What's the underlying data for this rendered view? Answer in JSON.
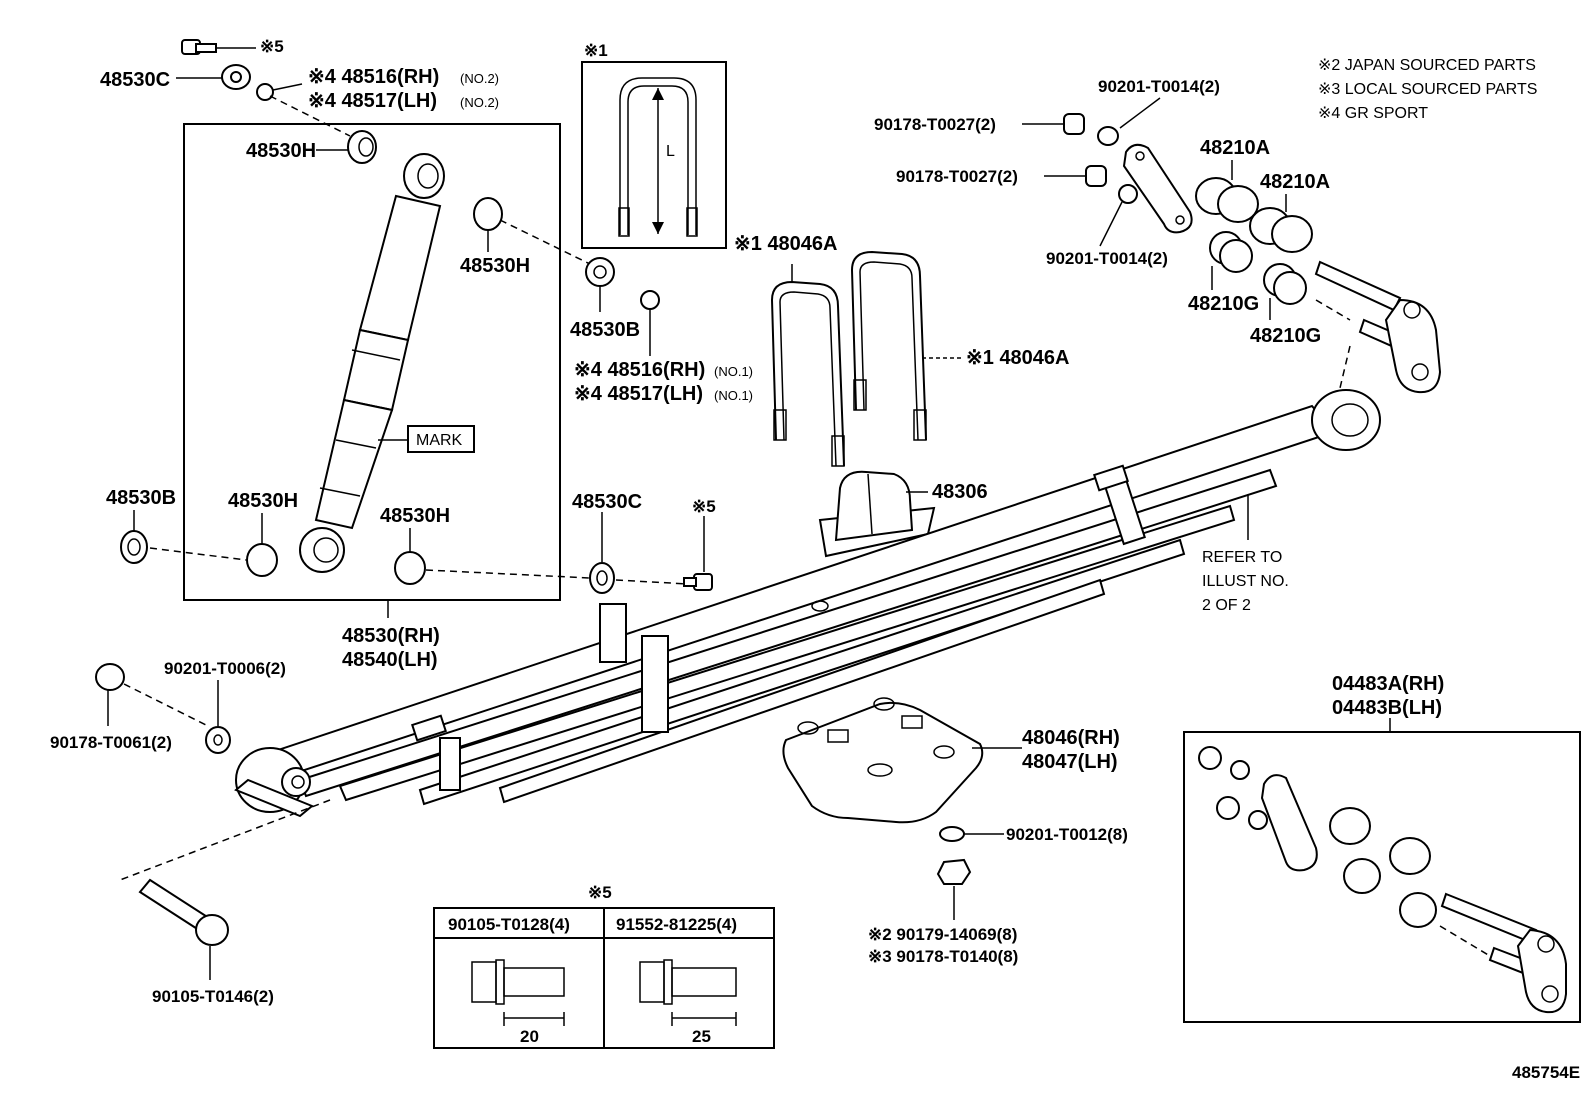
{
  "notes": {
    "n2": "※2 JAPAN SOURCED PARTS",
    "n3": "※3 LOCAL SOURCED PARTS",
    "n4": "※4 GR SPORT"
  },
  "labels": {
    "p48530C_top": "48530C",
    "mark5_top": "※5",
    "p48516_no2": "※4 48516(RH)",
    "p48517_no2": "※4 48517(LH)",
    "no2_a": "(NO.2)",
    "no2_b": "(NO.2)",
    "p48530H_a": "48530H",
    "p48530H_b": "48530H",
    "p48530B_a": "48530B",
    "p48516_no1": "※4 48516(RH)",
    "p48517_no1": "※4 48517(LH)",
    "no1_a": "(NO.1)",
    "no1_b": "(NO.1)",
    "mark_text": "MARK",
    "p48530B_b": "48530B",
    "p48530H_c": "48530H",
    "p48530H_d": "48530H",
    "p48530C_b": "48530C",
    "mark5_mid": "※5",
    "p48530_rh": "48530(RH)",
    "p48540_lh": "48540(LH)",
    "mark1_box": "※1",
    "L_label": "L",
    "p48046A_a": "※1 48046A",
    "p48046A_b": "※1 48046A",
    "p48306": "48306",
    "refer1": "REFER TO",
    "refer2": "ILLUST NO.",
    "refer3": "2 OF 2",
    "p90201_T0014_a": "90201-T0014(2)",
    "p90178_T0027_a": "90178-T0027(2)",
    "p90178_T0027_b": "90178-T0027(2)",
    "p90201_T0014_b": "90201-T0014(2)",
    "p48210A_a": "48210A",
    "p48210A_b": "48210A",
    "p48210G_a": "48210G",
    "p48210G_b": "48210G",
    "p90201_T0006": "90201-T0006(2)",
    "p90178_T0061": "90178-T0061(2)",
    "p90105_T0146": "90105-T0146(2)",
    "p48046_rh": "48046(RH)",
    "p48047_lh": "48047(LH)",
    "p90201_T0012": "90201-T0012(8)",
    "p90179": "※2 90179-14069(8)",
    "p90178_T0140": "※3 90178-T0140(8)",
    "p04483A": "04483A(RH)",
    "p04483B": "04483B(LH)",
    "mark5_table": "※5",
    "t_col1": "90105-T0128(4)",
    "t_col2": "91552-81225(4)",
    "t_dim1": "20",
    "t_dim2": "25",
    "fig_id": "485754E"
  }
}
